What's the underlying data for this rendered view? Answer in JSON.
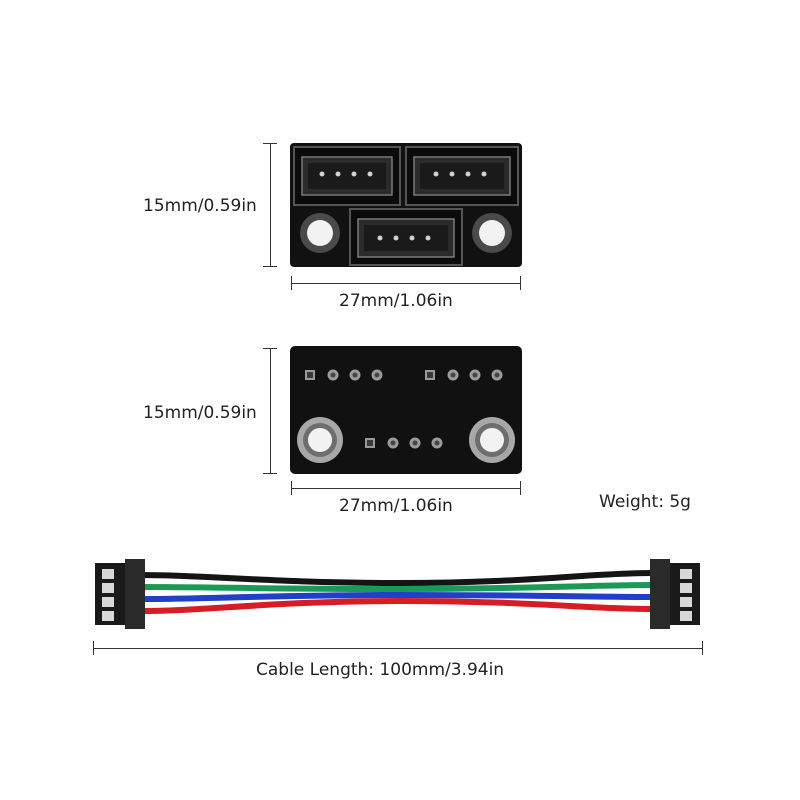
{
  "top_board": {
    "height_label": "15mm/0.59in",
    "width_label": "27mm/1.06in"
  },
  "bottom_board": {
    "height_label": "15mm/0.59in",
    "width_label": "27mm/1.06in"
  },
  "weight_label": "Weight: 5g",
  "cable_label": "Cable Length: 100mm/3.94in",
  "colors": {
    "pcb": "#111111",
    "wire_black": "#141414",
    "wire_green": "#1a9a55",
    "wire_blue": "#2040c8",
    "wire_red": "#d81c24"
  }
}
